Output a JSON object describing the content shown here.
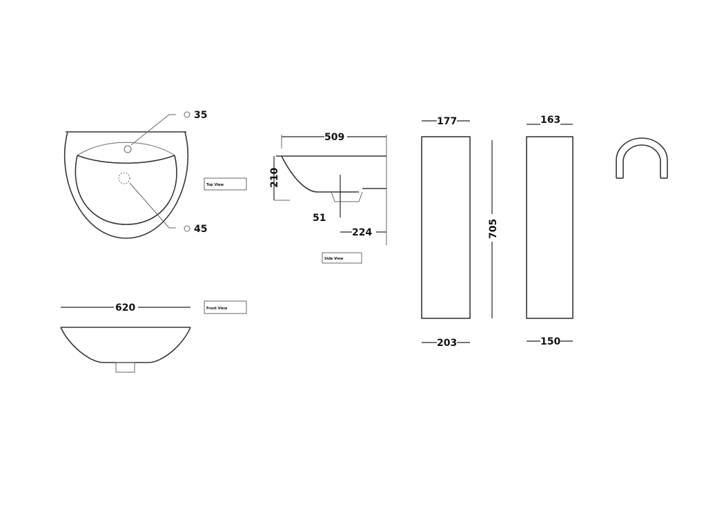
{
  "top_view": {
    "label": "Top View",
    "tap_hole": "35",
    "waste_hole": "45"
  },
  "side_view": {
    "label": "Side View",
    "depth": "509",
    "height": "210",
    "waste_drop": "51",
    "waste_offset": "224"
  },
  "front_view": {
    "label": "Front View",
    "width": "620"
  },
  "pedestal_front": {
    "top_width": "177",
    "bottom_width": "203",
    "height": "705"
  },
  "pedestal_side": {
    "top_width": "163",
    "bottom_width": "150"
  }
}
